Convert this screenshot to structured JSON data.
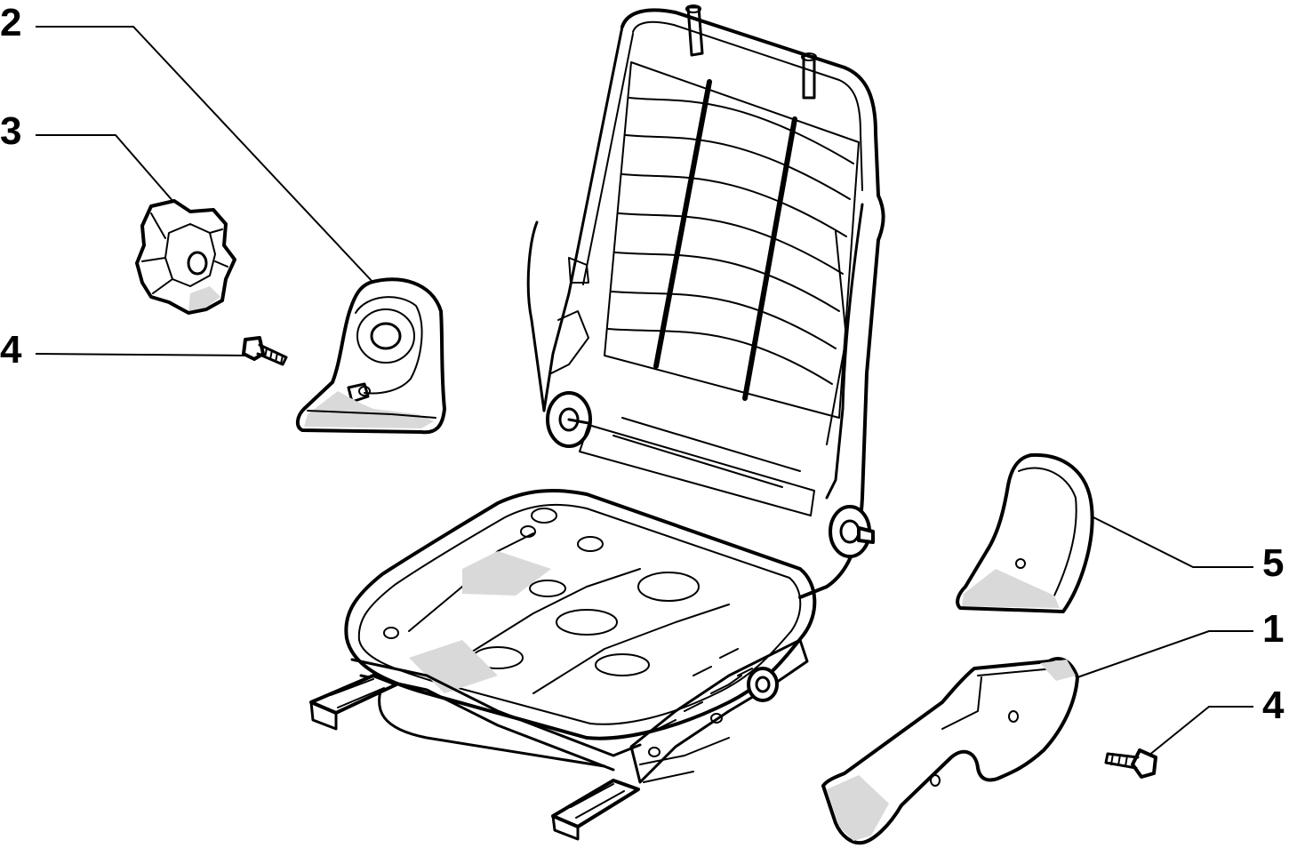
{
  "callouts": [
    {
      "id": "callout-1",
      "label": "1"
    },
    {
      "id": "callout-2",
      "label": "2"
    },
    {
      "id": "callout-3",
      "label": "3"
    },
    {
      "id": "callout-4a",
      "label": "4"
    },
    {
      "id": "callout-4b",
      "label": "4"
    },
    {
      "id": "callout-5",
      "label": "5"
    }
  ],
  "colors": {
    "ink": "#000000",
    "paper": "#ffffff",
    "shade": "#d9d9d9"
  }
}
